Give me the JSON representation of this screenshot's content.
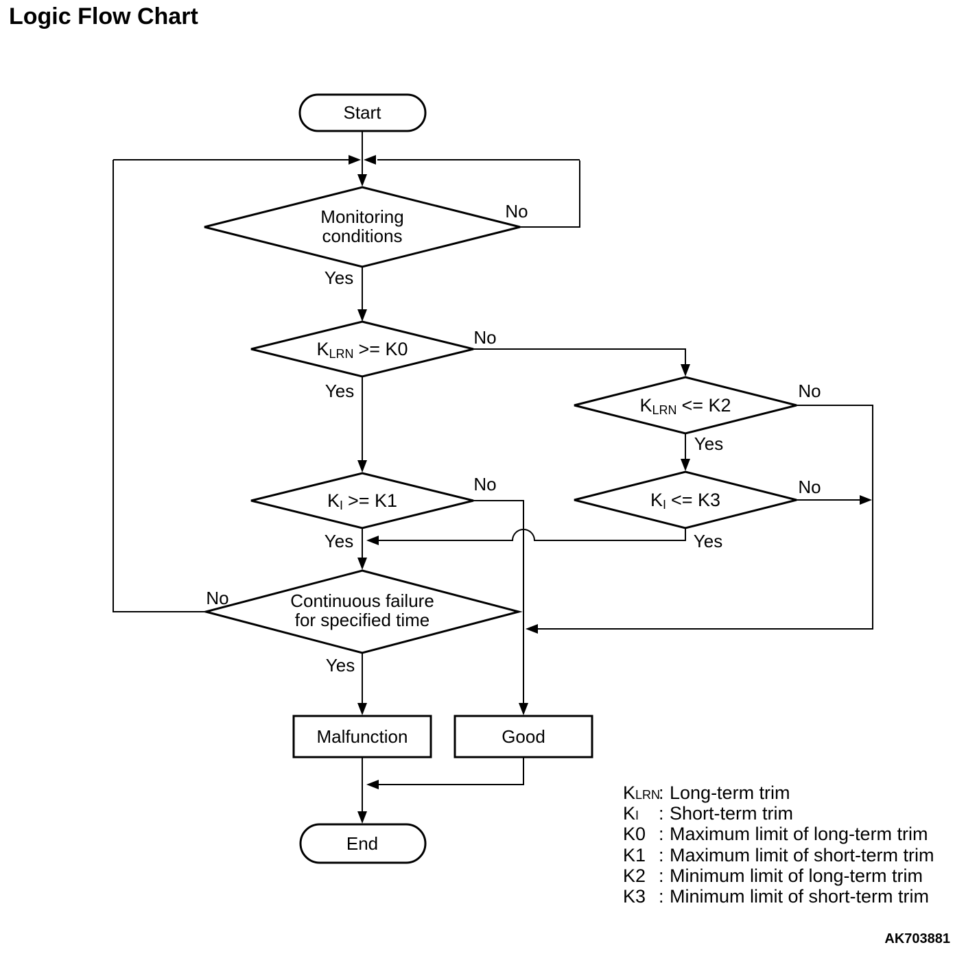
{
  "title": "Logic Flow Chart",
  "figure_code": "AK703881",
  "labels": {
    "yes": "Yes",
    "no": "No",
    "colon": ":"
  },
  "nodes": {
    "start": "Start",
    "monitoring": {
      "line1": "Monitoring",
      "line2": "conditions"
    },
    "klrn_k0": {
      "base": "K",
      "sub": "LRN",
      "op": ">= K0"
    },
    "klrn_k2": {
      "base": "K",
      "sub": "LRN",
      "op": "<= K2"
    },
    "ki_k1": {
      "base": "K",
      "sub": "I",
      "op": ">= K1"
    },
    "ki_k3": {
      "base": "K",
      "sub": "I",
      "op": "<= K3"
    },
    "continuous": {
      "line1": "Continuous failure",
      "line2": "for specified time"
    },
    "malfunction": "Malfunction",
    "good": "Good",
    "end": "End"
  },
  "legend": {
    "items": [
      {
        "sym": "K",
        "sub": "LRN",
        "desc": "Long-term trim"
      },
      {
        "sym": "K",
        "sub": "I",
        "desc": "Short-term trim"
      },
      {
        "sym": "K0",
        "sub": "",
        "desc": "Maximum limit of long-term trim"
      },
      {
        "sym": "K1",
        "sub": "",
        "desc": "Maximum limit of short-term trim"
      },
      {
        "sym": "K2",
        "sub": "",
        "desc": "Minimum limit of long-term trim"
      },
      {
        "sym": "K3",
        "sub": "",
        "desc": "Minimum limit of short-term trim"
      }
    ]
  }
}
